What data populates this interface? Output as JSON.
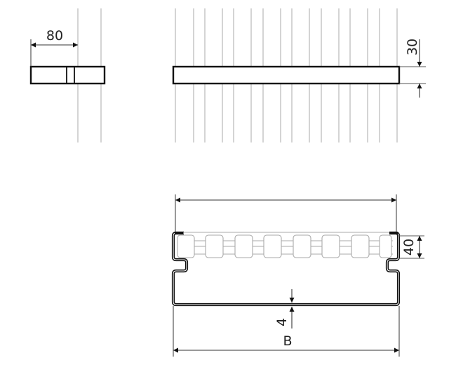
{
  "colors": {
    "outline": "#111111",
    "thin_line": "#333333",
    "guide": "#b8b8b8",
    "roller": "#aaaaaa",
    "background": "#ffffff"
  },
  "side_view": {
    "dimension_width": "80"
  },
  "front_view": {
    "dimension_height": "30"
  },
  "section_view": {
    "dimension_channel_height": "40",
    "dimension_thickness": "4",
    "dimension_overall_width": "B"
  }
}
